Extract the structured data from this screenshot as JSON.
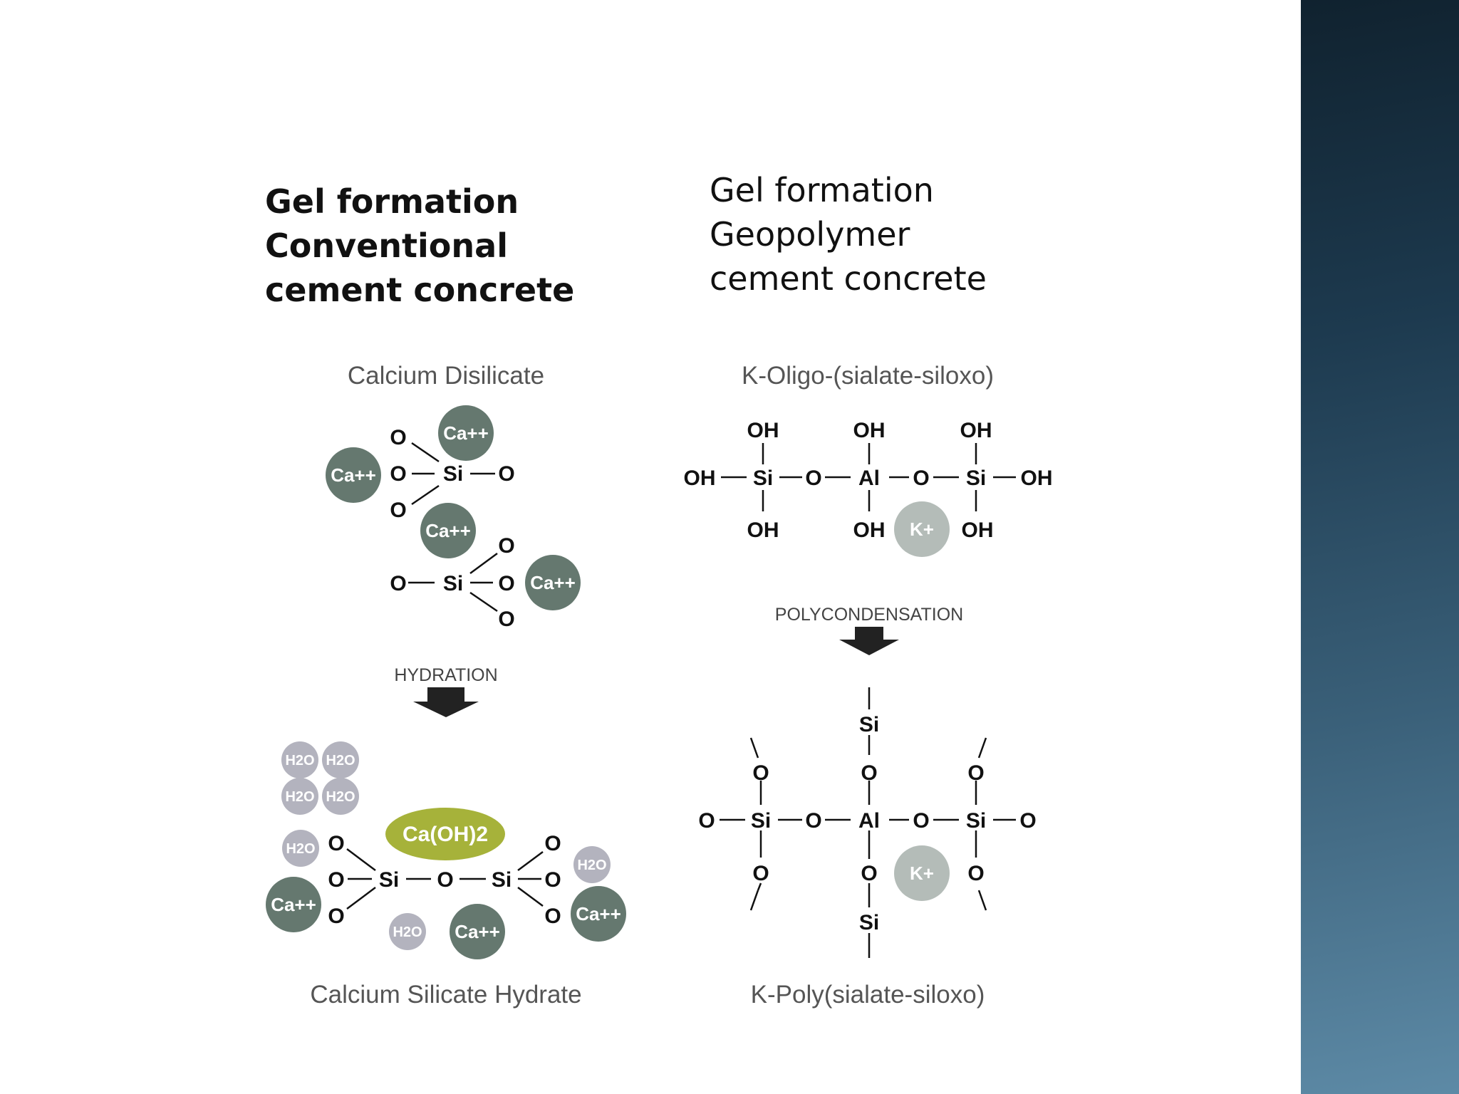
{
  "headings": {
    "left": [
      "Gel formation",
      "Conventional",
      "cement concrete"
    ],
    "right": [
      "Gel formation",
      "Geopolymer",
      "cement concrete"
    ]
  },
  "diagram": {
    "left_top_caption": "Calcium Disilicate",
    "left_process": "HYDRATION",
    "left_bottom_caption": "Calcium Silicate Hydrate",
    "right_top_caption": "K-Oligo-(sialate-siloxo)",
    "right_process": "POLYCONDENSATION",
    "right_bottom_caption": "K-Poly(sialate-siloxo)",
    "atoms": {
      "oxygen": "O",
      "silicon": "Si",
      "aluminium": "Al",
      "hydroxyl": "OH"
    },
    "ions": {
      "calcium": "Ca++",
      "potassium": "K+",
      "water": "H2O",
      "calcium_hydroxide": "Ca(OH)2"
    }
  },
  "colors": {
    "sidebar_gradient": [
      "#10222f",
      "#5d8aa6"
    ],
    "calcium_ion": "#65786f",
    "potassium_ion": "#b4bcb8",
    "water": "#b3b3be",
    "calcium_hydroxide": "#a6b23a",
    "arrow": "#222222"
  }
}
